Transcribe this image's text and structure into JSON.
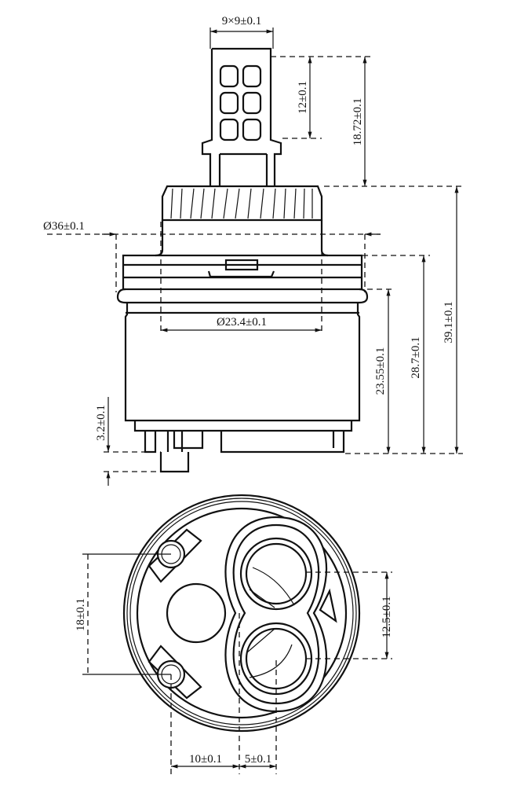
{
  "drawing": {
    "side_view": {
      "stem_size": "9×9±0.1",
      "stem_spline_height": "12±0.1",
      "stem_height": "18.72±0.1",
      "outer_diameter": "Ø36±0.1",
      "inner_diameter": "Ø23.4±0.1",
      "total_height": "39.1±0.1",
      "flange_height": "28.7±0.1",
      "body_height": "23.55±0.1",
      "pin_length": "3.2±0.1"
    },
    "bottom_view": {
      "pin_spacing": "18±0.1",
      "port_spacing": "12.5±0.1",
      "pin_offset": "10±0.1",
      "port_offset": "5±0.1"
    },
    "colors": {
      "line": "#111111",
      "background": "#ffffff"
    }
  }
}
